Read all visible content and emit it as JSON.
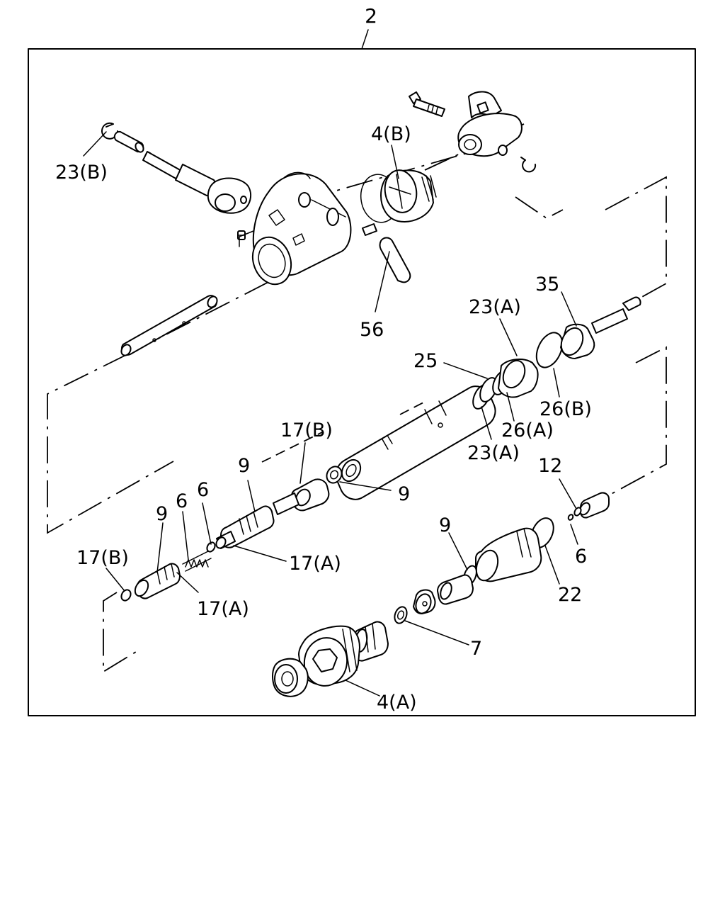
{
  "assembly_number": "2",
  "callouts": {
    "c23b_top": "23(B)",
    "c4b": "4(B)",
    "c56": "56",
    "c35": "35",
    "c23a_top": "23(A)",
    "c25": "25",
    "c26b": "26(B)",
    "c26a": "26(A)",
    "c23a_mid": "23(A)",
    "c17b_mid": "17(B)",
    "c9_a": "9",
    "c9_b": "9",
    "c9_c": "9",
    "c9_d": "9",
    "c6_a": "6",
    "c6_b": "6",
    "c6_c": "6",
    "c12": "12",
    "c17a_mid": "17(A)",
    "c17b_left": "17(B)",
    "c17a_left": "17(A)",
    "c22": "22",
    "c7": "7",
    "c4a": "4(A)"
  }
}
